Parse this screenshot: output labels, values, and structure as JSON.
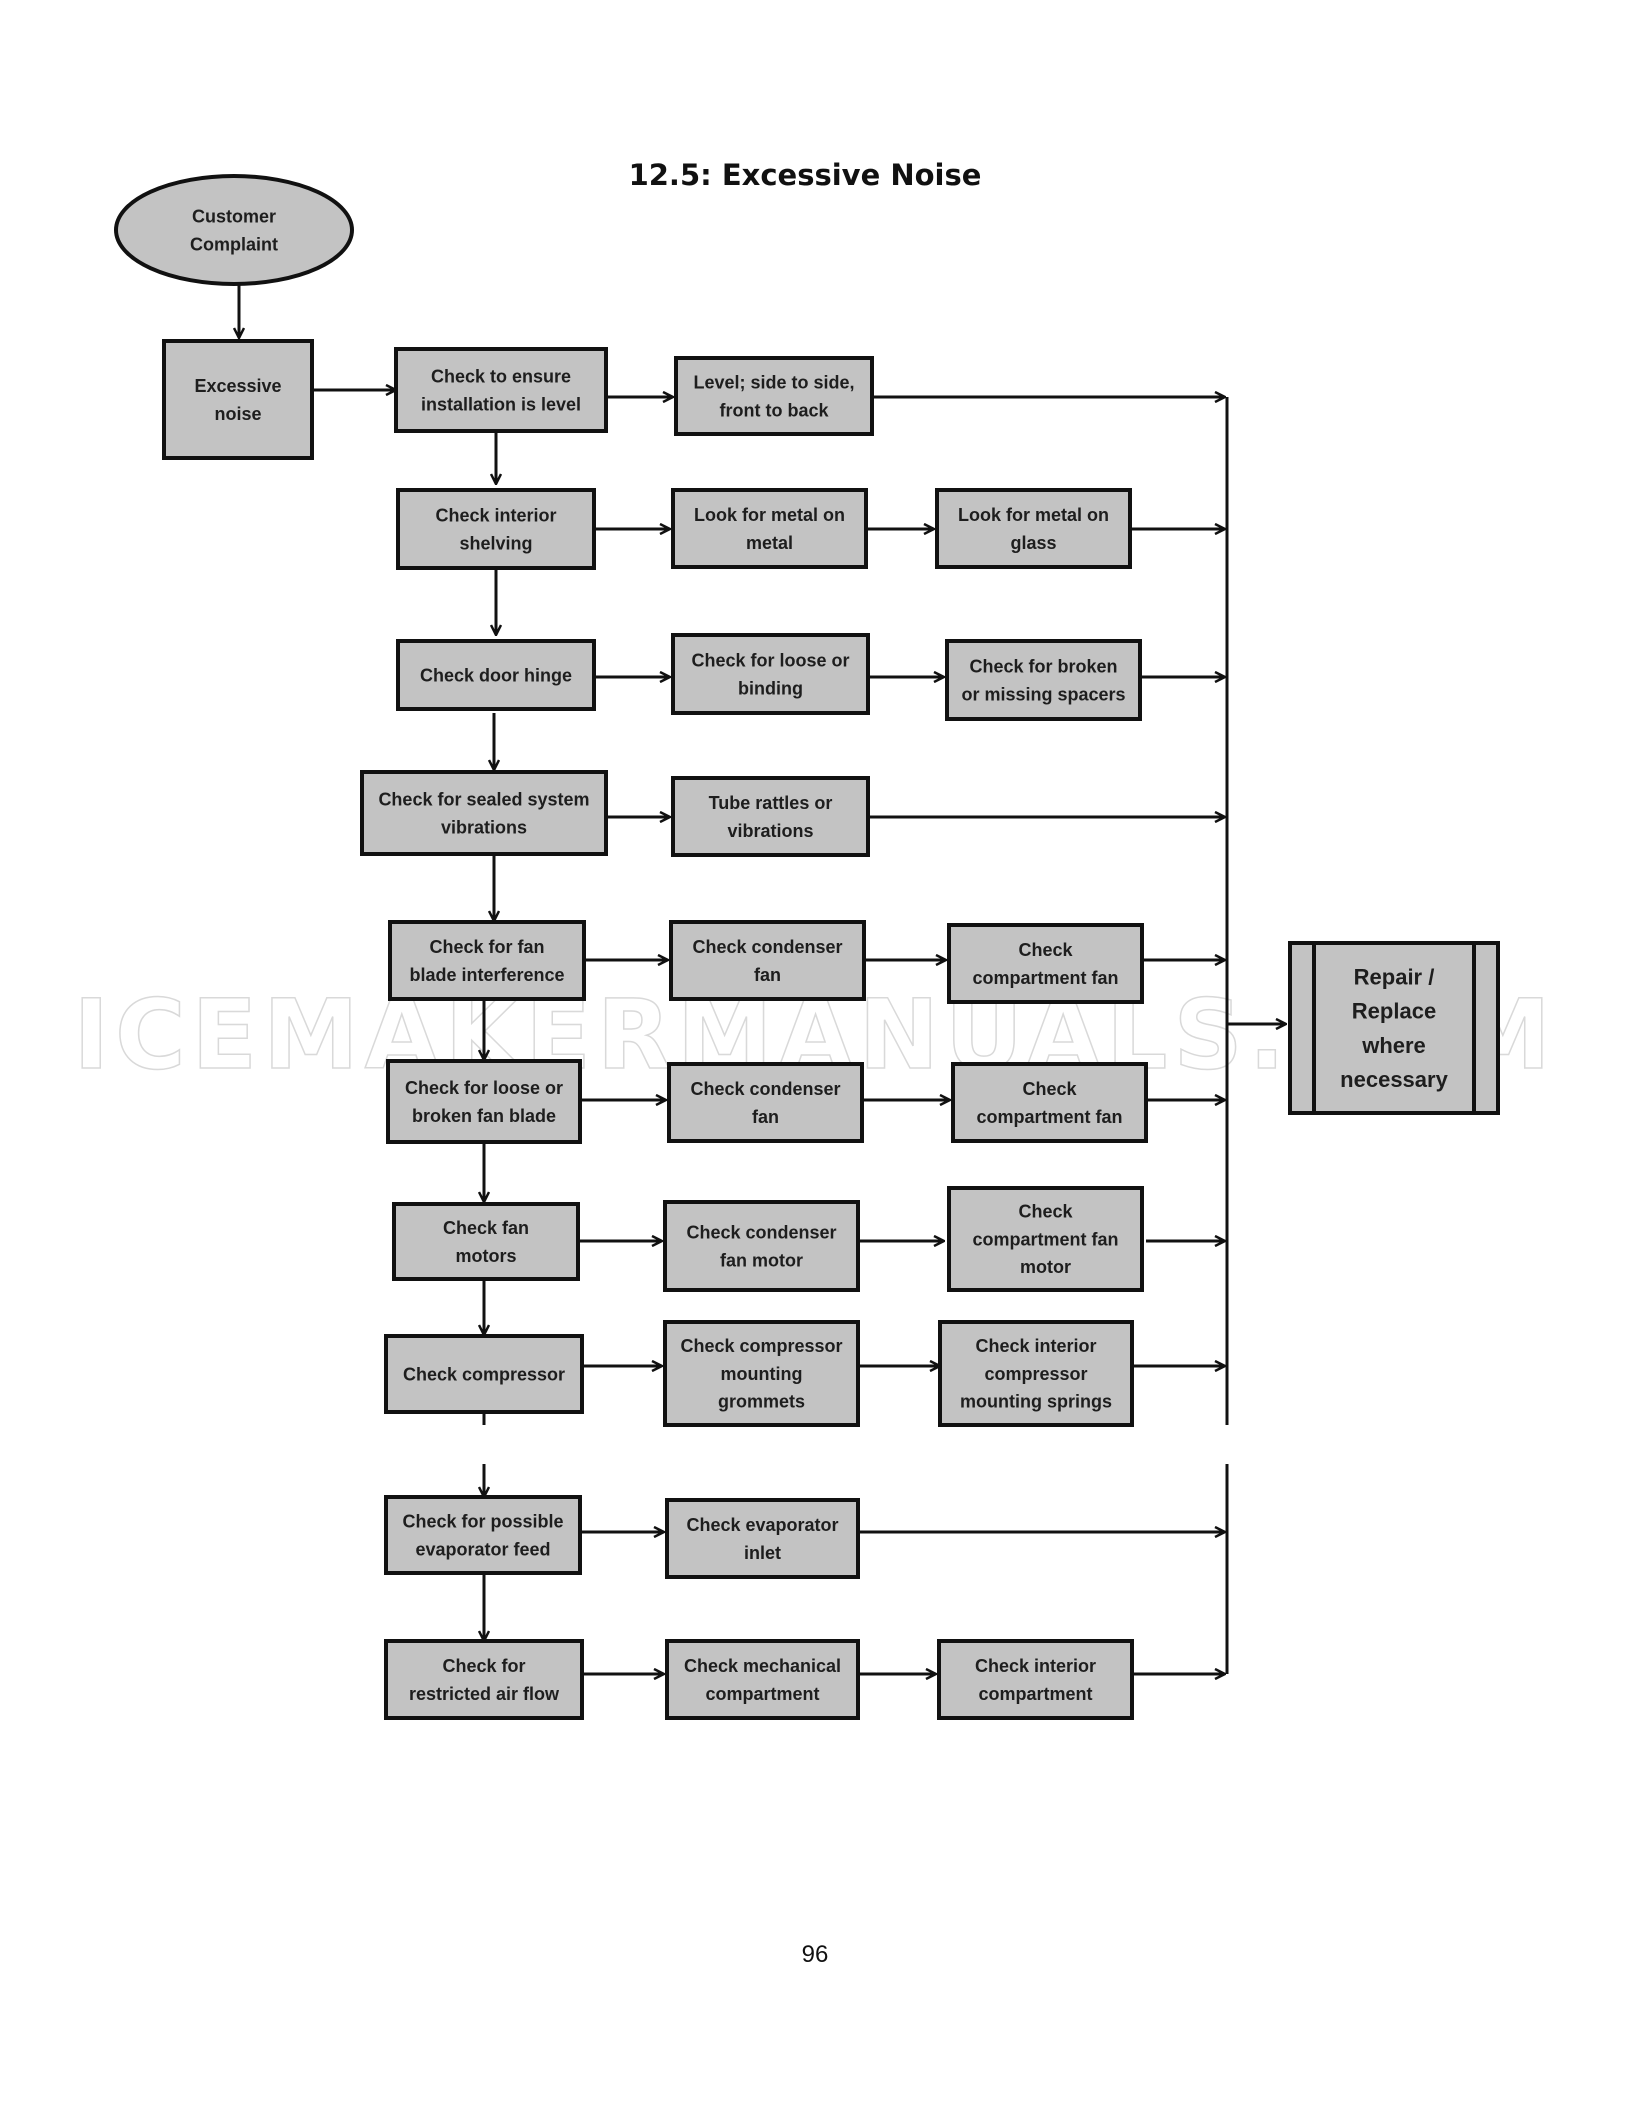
{
  "page": {
    "title": "12.5: Excessive Noise",
    "page_number": "96",
    "watermark": "ICEMAKERMANUALS.COM"
  },
  "colors": {
    "box_fill": "#c3c3c3",
    "box_border": "#111111",
    "line": "#111111"
  },
  "nodes": {
    "customer_complaint": [
      "Customer",
      "Complaint"
    ],
    "excessive_noise": [
      "Excessive",
      "noise"
    ],
    "check_level": [
      "Check to ensure",
      "installation is level"
    ],
    "level_side": [
      "Level; side to side,",
      "front to back"
    ],
    "check_shelving": [
      "Check interior",
      "shelving"
    ],
    "metal_on_metal": [
      "Look for metal on",
      "metal"
    ],
    "metal_on_glass": [
      "Look for metal on",
      "glass"
    ],
    "check_hinge": [
      "Check door hinge"
    ],
    "loose_binding": [
      "Check for loose or",
      "binding"
    ],
    "broken_spacers": [
      "Check for broken",
      "or missing spacers"
    ],
    "sealed_system": [
      "Check for sealed system",
      "vibrations"
    ],
    "tube_rattles": [
      "Tube rattles or",
      "vibrations"
    ],
    "fan_interference": [
      "Check for fan",
      "blade interference"
    ],
    "condenser_fan_1": [
      "Check condenser",
      "fan"
    ],
    "compartment_fan_1": [
      "Check",
      "compartment fan"
    ],
    "loose_fan_blade": [
      "Check for loose or",
      "broken fan blade"
    ],
    "condenser_fan_2": [
      "Check condenser",
      "fan"
    ],
    "compartment_fan_2": [
      "Check",
      "compartment fan"
    ],
    "fan_motors": [
      "Check fan",
      "motors"
    ],
    "condenser_fan_motor": [
      "Check condenser",
      "fan motor"
    ],
    "compartment_fan_motor": [
      "Check",
      "compartment fan",
      "motor"
    ],
    "check_compressor": [
      "Check compressor"
    ],
    "compressor_grommets": [
      "Check compressor",
      "mounting",
      "grommets"
    ],
    "compressor_springs": [
      "Check interior",
      "compressor",
      "mounting springs"
    ],
    "evaporator_feed": [
      "Check for possible",
      "evaporator feed"
    ],
    "evaporator_inlet": [
      "Check evaporator",
      "inlet"
    ],
    "restricted_air": [
      "Check for",
      "restricted air flow"
    ],
    "mechanical_compartment": [
      "Check mechanical",
      "compartment"
    ],
    "interior_compartment": [
      "Check interior",
      "compartment"
    ],
    "repair_replace": [
      "Repair /",
      "Replace",
      "where",
      "necessary"
    ]
  }
}
